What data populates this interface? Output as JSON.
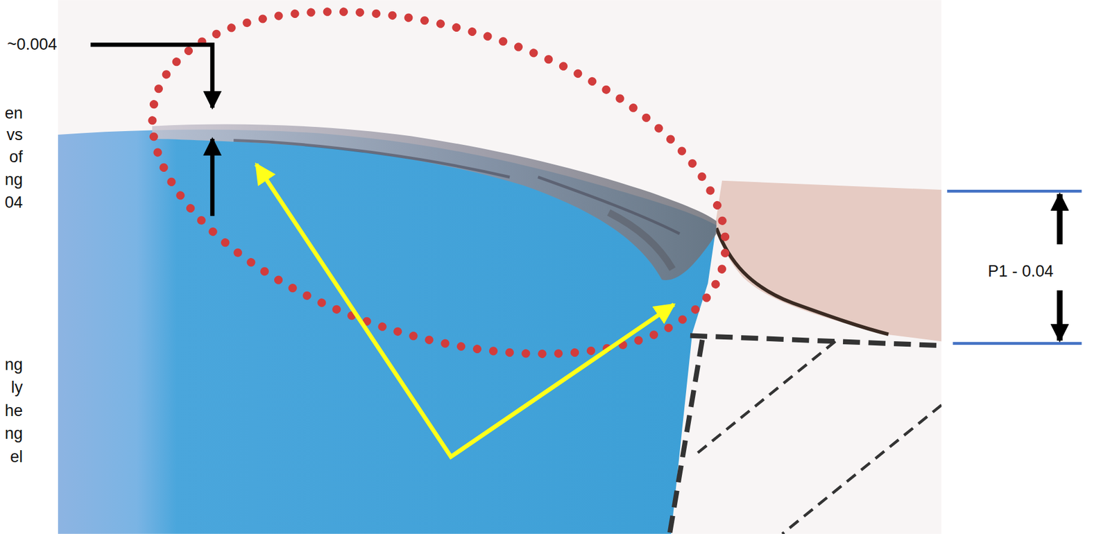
{
  "diagram": {
    "labels": [
      "~0.004",
      "en",
      "vs",
      "of",
      "ng",
      "04",
      "ng",
      "ly",
      "he",
      "ng",
      "el",
      "P1 - 0.04"
    ]
  }
}
